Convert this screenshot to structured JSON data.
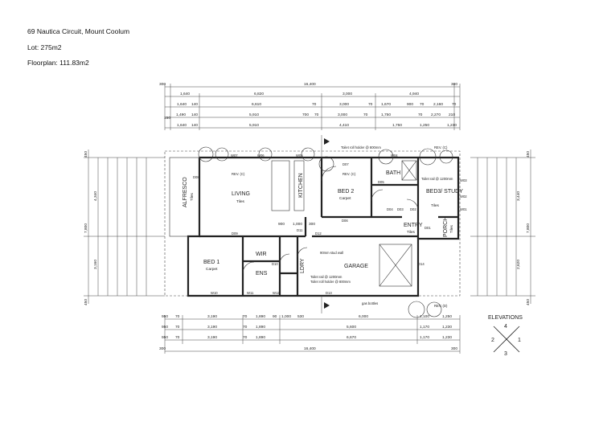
{
  "header": {
    "address": "69 Nautica Circuit, Mount Coolum",
    "lot": "Lot: 275m2",
    "floorplan": "Floorplan: 111.83m2"
  },
  "rooms": {
    "alfresco": "ALFRESCO",
    "alfresco_floor": "Tiles",
    "living": "LIVING",
    "living_floor": "Tiles",
    "kitchen": "KITCHEN",
    "bed2": "BED 2",
    "bed2_floor": "Carpet",
    "bath": "BATH",
    "bed3": "BED3/ STUDY",
    "bed3_floor": "Tiles",
    "entry": "ENTRY",
    "entry_floor": "Tiles",
    "porch": "PORCH",
    "porch_floor": "Tiles",
    "bed1": "BED 1",
    "bed1_floor": "Carpet",
    "wir": "WIR",
    "ens": "ENS",
    "ldry": "LDRY",
    "garage": "GARAGE"
  },
  "notes": {
    "toilet_top": "Toilet roll holder @ 800mm",
    "toilet_bath": "Toilet rail @ 1200mm",
    "stud_wall": "90mm stud wall",
    "toilet_ens1": "Toilet rail @ 1200mm",
    "toilet_ens2": "Toilet roll holder @ 800mm",
    "gas_bottles": "gas bottles",
    "rev_c": "REV. (C)",
    "rev_d": "REV. (D)",
    "rev_c2": "REV. (C)"
  },
  "dimensions": {
    "top_row1": [
      "300",
      "16,400",
      "300"
    ],
    "top_row2": [
      "1,640",
      "6,820",
      "3,000",
      "4,940"
    ],
    "top_row3": [
      "1,640",
      "140",
      "6,610",
      "70",
      "3,000",
      "70",
      "1,670",
      "900",
      "70",
      "2,160",
      "70"
    ],
    "top_row4": [
      "150",
      "1,490",
      "140",
      "5,910",
      "700",
      "70",
      "3,000",
      "70",
      "1,750",
      "70",
      "2,270",
      "210"
    ],
    "top_row5": [
      "1,640",
      "140",
      "5,910",
      "4,410",
      "1,750",
      "1,250",
      "1,230"
    ],
    "bottom_row1": [
      "950",
      "70",
      "3,190",
      "70",
      "1,890",
      "90",
      "1,000",
      "530",
      "6,000",
      "1,100",
      "1,250"
    ],
    "bottom_row2": [
      "950",
      "70",
      "3,190",
      "70",
      "1,890",
      "5,600",
      "1,170",
      "1,230"
    ],
    "bottom_row3": [
      "950",
      "70",
      "3,190",
      "70",
      "1,890",
      "6,670",
      "1,170",
      "1,230"
    ],
    "bottom_row4": [
      "300",
      "16,400",
      "300"
    ],
    "inner_h": [
      "900",
      "1,000",
      "300"
    ],
    "left_v": [
      "450",
      "4,340",
      "7,800",
      "3,160",
      "450"
    ],
    "right_v": [
      "450",
      "3,440",
      "7,800",
      "2,620",
      "450"
    ]
  },
  "openings": [
    "W07",
    "W06",
    "W05",
    "W04",
    "W03",
    "W02",
    "W01",
    "W10",
    "W11",
    "W12",
    "D08",
    "D09",
    "D07",
    "D06",
    "D05",
    "D04",
    "D03",
    "D02",
    "D01",
    "D10",
    "D11",
    "D12",
    "D13",
    "D14"
  ],
  "elevations": {
    "label": "ELEVATIONS",
    "n1": "1",
    "n2": "2",
    "n3": "3",
    "n4": "4"
  },
  "colors": {
    "line": "#222222",
    "background": "#ffffff"
  }
}
